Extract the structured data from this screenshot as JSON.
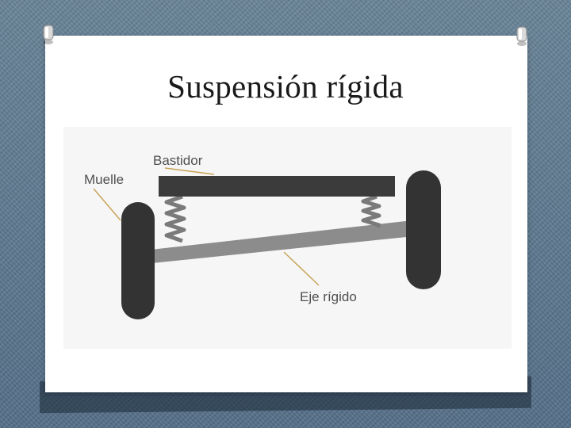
{
  "slide": {
    "title": "Suspensión rígida"
  },
  "diagram": {
    "labels": {
      "frame": "Bastidor",
      "spring": "Muelle",
      "axle": "Eje rígido"
    },
    "colors": {
      "frame": "#3b3b3b",
      "wheel": "#333333",
      "axle": "#8c8c8c",
      "spring": "#7a7a7a",
      "leader": "#c9a45a"
    }
  }
}
